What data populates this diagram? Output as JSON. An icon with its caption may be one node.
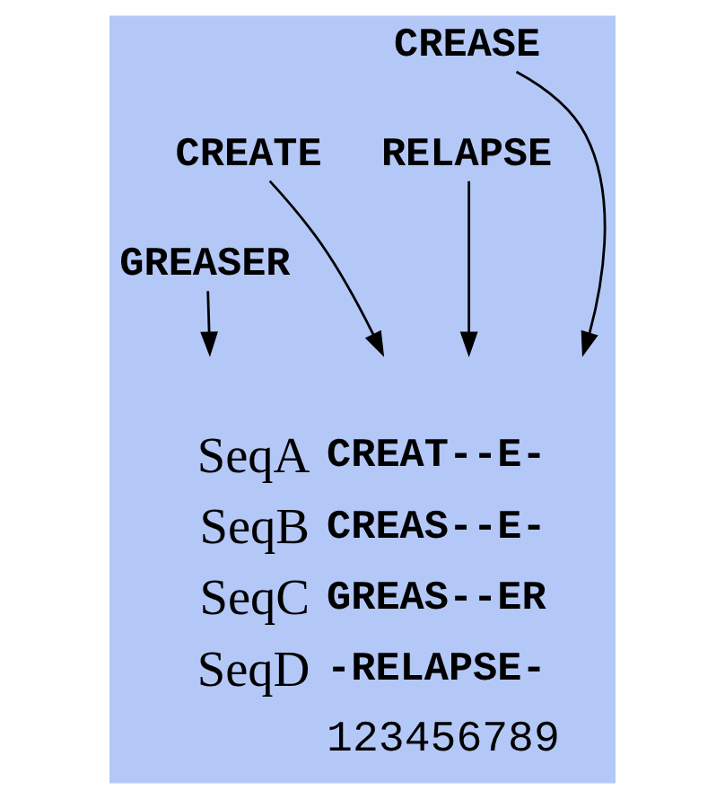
{
  "diagram": {
    "nodes": [
      {
        "text": [
          "CREASE"
        ]
      },
      {
        "text": [
          "CREATE"
        ]
      },
      {
        "text": [
          "RELAPSE"
        ]
      },
      {
        "text": [
          "GREASER"
        ]
      }
    ],
    "edges": [
      {
        "from": 1,
        "to": null,
        "arrow": "to"
      },
      {
        "from": 0,
        "to": null,
        "arrow": "to"
      },
      {
        "from": 2,
        "to": null,
        "arrow": "to"
      },
      {
        "from": 3,
        "to": null,
        "arrow": "to"
      }
    ],
    "labels": [
      "SeqA",
      "CREAT--E-",
      "SeqB",
      "CREAS--E-",
      "SeqC",
      "GREAS--ER",
      "SeqD",
      "-RELAPSE-",
      "123456789"
    ]
  }
}
